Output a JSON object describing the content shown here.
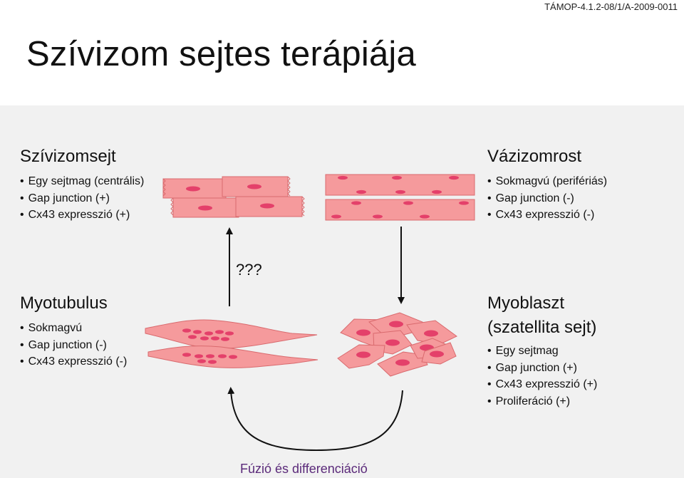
{
  "reference": "TÁMOP-4.1.2-08/1/A-2009-0011",
  "title": "Szívizom sejtes terápiája",
  "sections": {
    "cardiomyocyte": {
      "title": "Szívizomsejt",
      "bullets": [
        "Egy sejtmag (centrális)",
        "Gap junction (+)",
        "Cx43 expresszió (+)"
      ]
    },
    "skeletal_muscle": {
      "title": "Vázizomrost",
      "bullets": [
        "Sokmagvú (perifériás)",
        "Gap junction (-)",
        "Cx43 expresszió (-)"
      ]
    },
    "myotube": {
      "title": "Myotubulus",
      "bullets": [
        "Sokmagvú",
        "Gap junction (-)",
        "Cx43 expresszió (-)"
      ]
    },
    "myoblast": {
      "title_line1": "Myoblaszt",
      "title_line2": "(szatellita sejt)",
      "bullets": [
        "Egy sejtmag",
        "Gap junction (+)",
        "Cx43 expresszió (+)",
        "Proliferáció (+)"
      ]
    }
  },
  "unknown_label": "???",
  "cycle_caption": "Fúzió és differenciáció",
  "colors": {
    "cell_fill": "#f59a9c",
    "cell_stroke": "#d96a6e",
    "nucleus": "#e4406a",
    "panel_bg": "#f1f1f1",
    "caption": "#5b2a7a"
  },
  "icons": [
    "up-arrow-icon",
    "down-arrow-icon",
    "curved-arrow-icon"
  ]
}
